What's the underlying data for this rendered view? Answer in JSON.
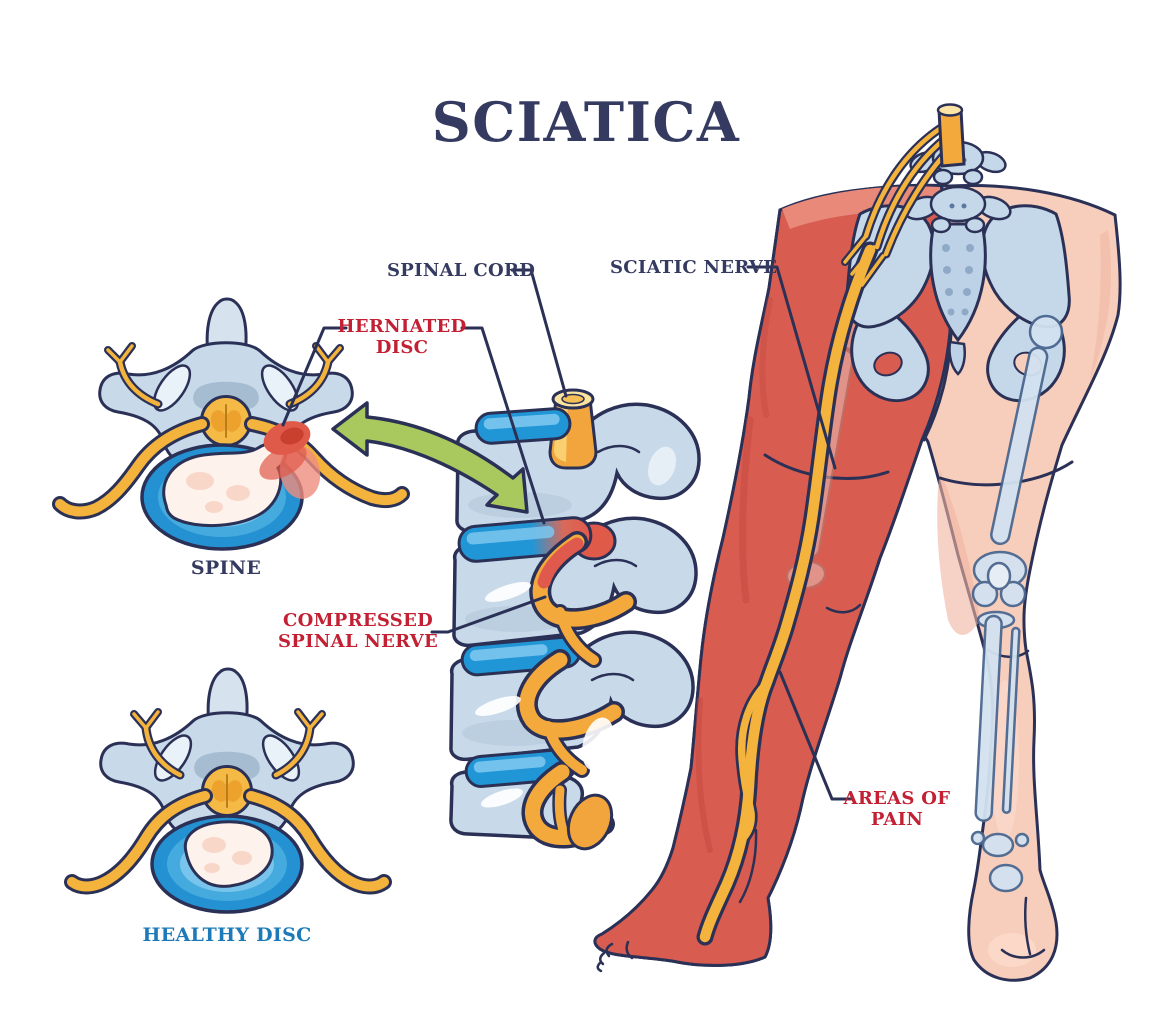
{
  "title": {
    "text": "SCIATICA",
    "color": "#353b60"
  },
  "labels": {
    "spinal_cord": {
      "text": "SPINAL CORD",
      "color": "#353b60"
    },
    "herniated_disc": {
      "line1": "HERNIATED",
      "line2": "DISC",
      "color": "#c32033"
    },
    "compressed_spinal_nerve": {
      "line1": "COMPRESSED",
      "line2": "SPINAL NERVE",
      "color": "#c32033"
    },
    "sciatic_nerve": {
      "text": "SCIATIC NERVE",
      "color": "#353b60"
    },
    "spine": {
      "text": "SPINE",
      "color": "#353b60"
    },
    "healthy_disc": {
      "text": "HEALTHY DISC",
      "color": "#1d7ab9"
    },
    "areas_of_pain": {
      "line1": "AREAS OF",
      "line2": "PAIN",
      "color": "#c32033"
    }
  },
  "palette": {
    "outline_navy": "#2b3156",
    "title_navy": "#353b60",
    "label_red": "#c32033",
    "label_blue": "#1d7ab9",
    "bone_blue": "#c8daea",
    "disc_blue": "#2e9fd9",
    "nucleus_cream": "#fdf2ec",
    "nerve_yellow": "#f3b33c",
    "cord_yellow": "#f5b945",
    "inflammation_red": "#e05a4a",
    "pain_red": "#d85c50",
    "skin_pink": "#f7cdbc",
    "arrow_green": "#a9c95e"
  }
}
